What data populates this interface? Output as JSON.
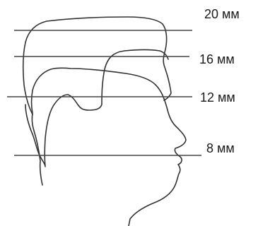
{
  "diagram": {
    "levels": [
      {
        "label": "20 мм"
      },
      {
        "label": "16 мм"
      },
      {
        "label": "12 мм"
      },
      {
        "label": "8 мм"
      }
    ],
    "line_color": "#444444",
    "outline_color": "#333333"
  }
}
